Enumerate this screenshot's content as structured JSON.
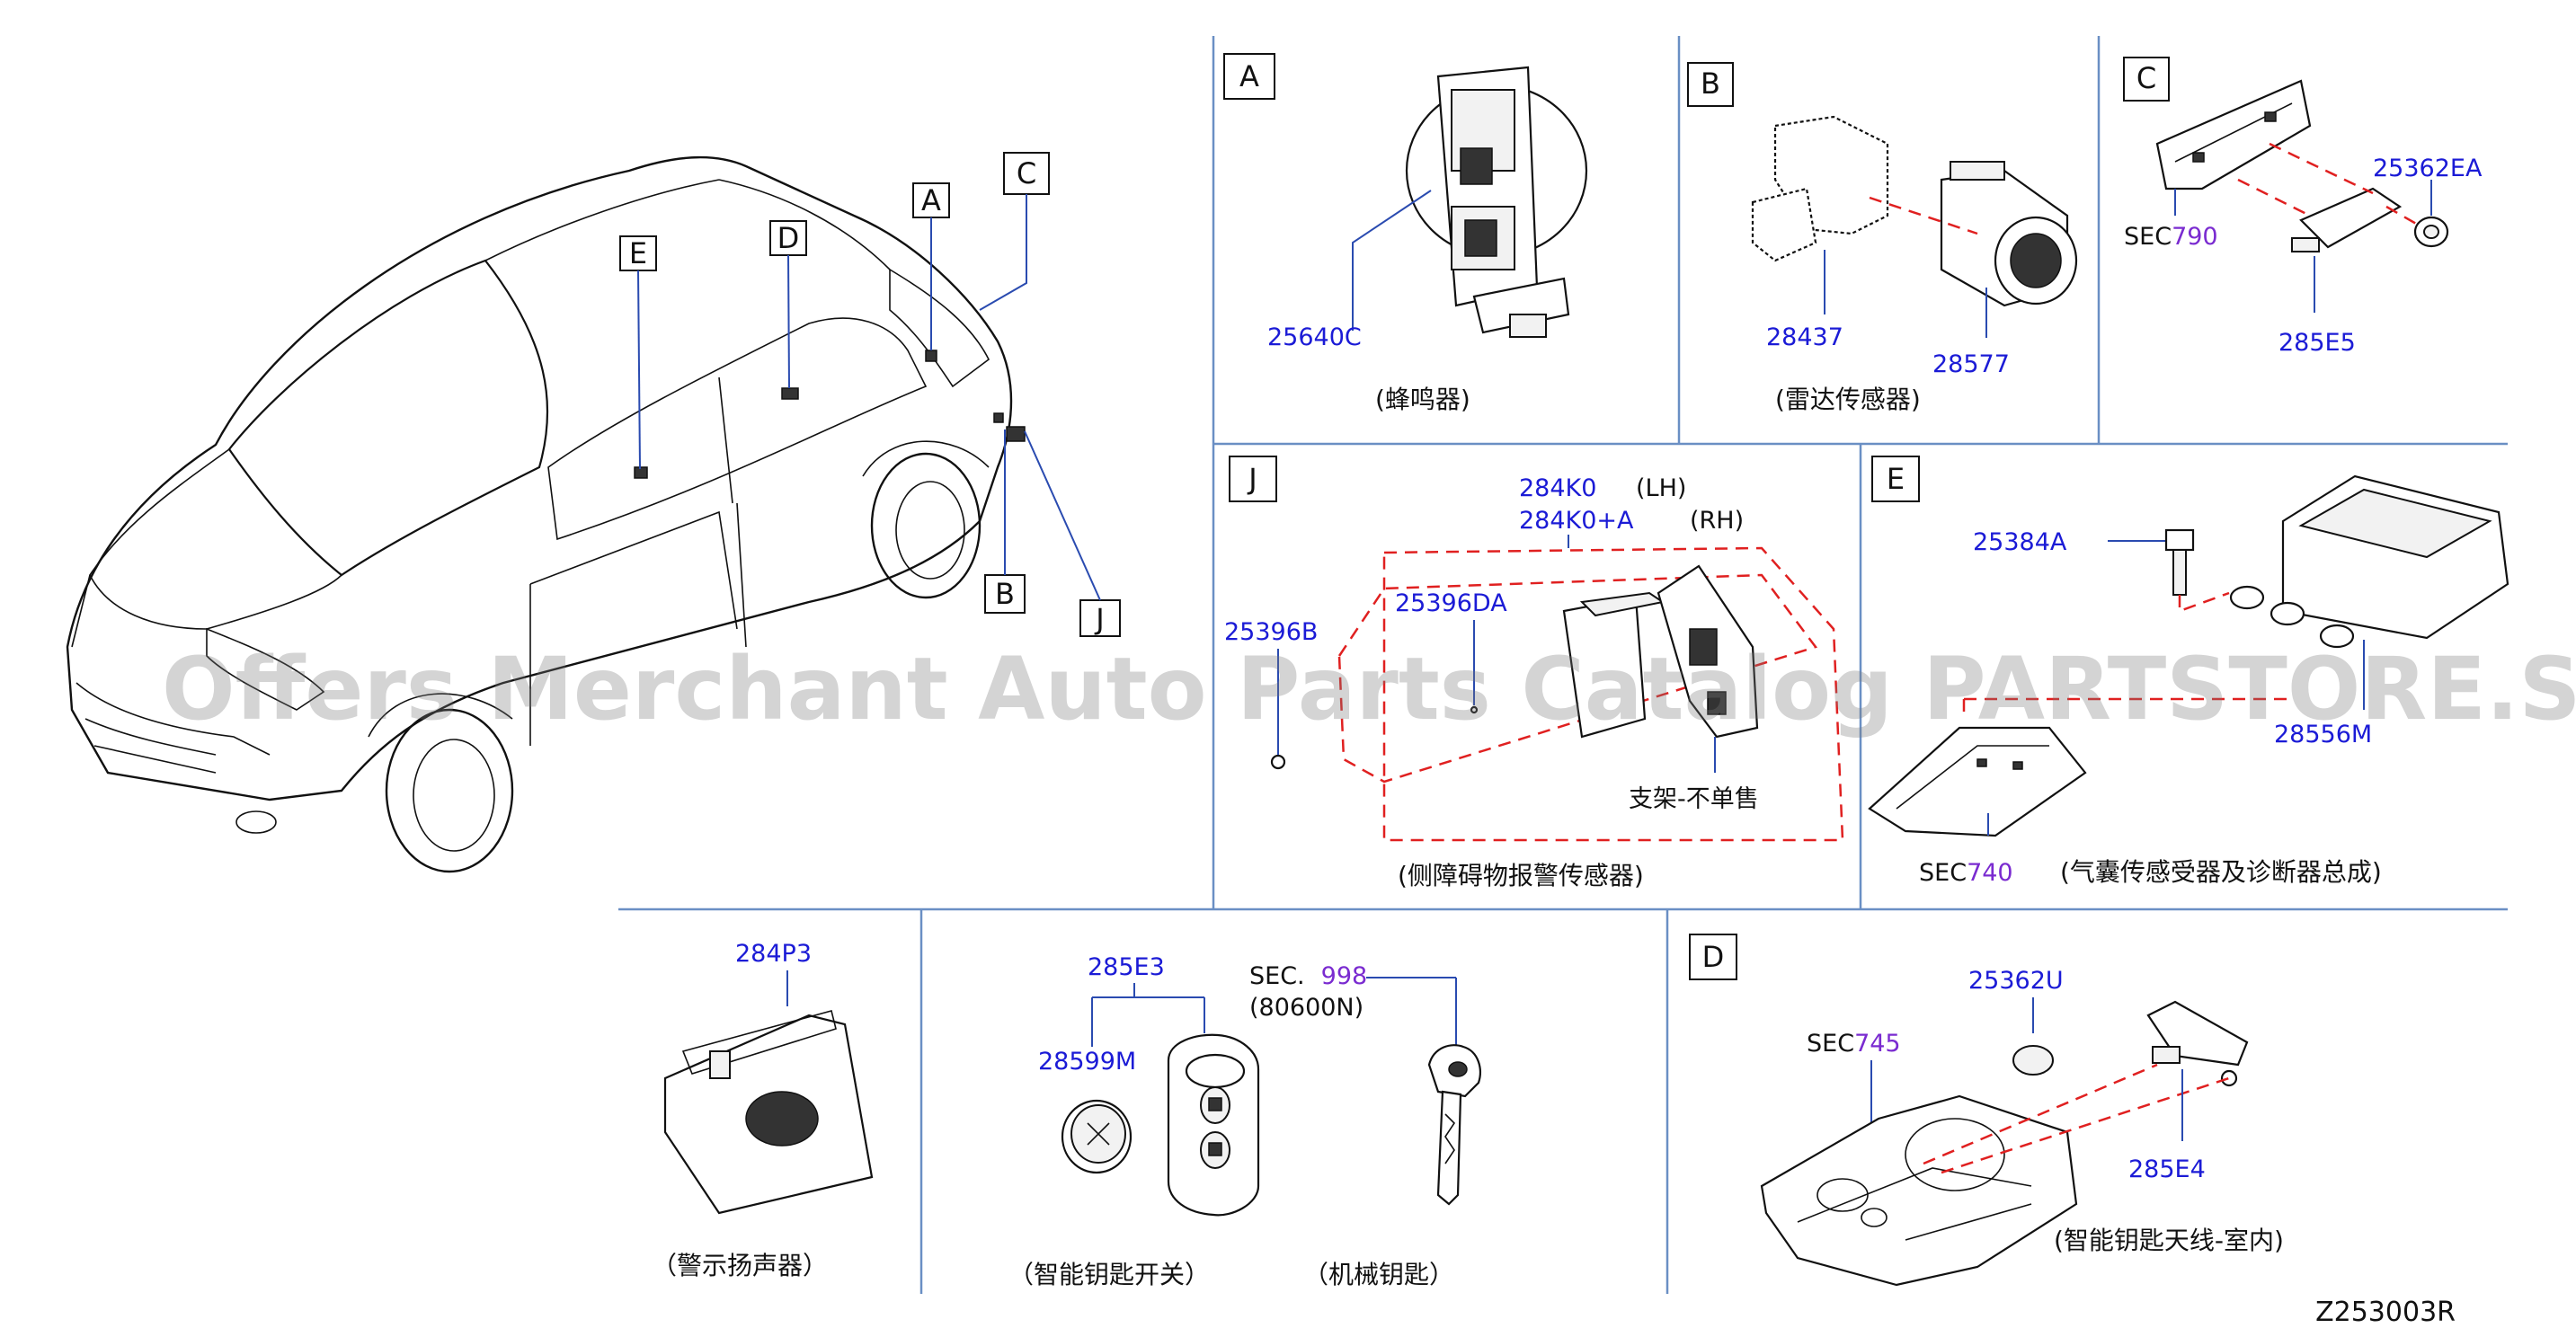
{
  "watermark": "Offers Merchant Auto Parts Catalog PARTSTORE.SA",
  "diagram_code": "Z253003R",
  "overview_callouts": [
    "E",
    "D",
    "A",
    "C",
    "B",
    "J"
  ],
  "section_A": {
    "label": "A",
    "part": "25640C",
    "caption": "(蜂鸣器)"
  },
  "section_B": {
    "label": "B",
    "parts": [
      "28437",
      "28577"
    ],
    "caption": "(雷达传感器)"
  },
  "section_C": {
    "label": "C",
    "sec_prefix": "SEC",
    "sec_num": "790",
    "parts": [
      "25362EA",
      "285E5"
    ]
  },
  "section_J": {
    "label": "J",
    "part_lh": "284K0",
    "lh": "(LH)",
    "part_rh": "284K0+A",
    "rh": "(RH)",
    "parts": [
      "25396DA",
      "25396B"
    ],
    "note": "支架-不单售",
    "caption": "(侧障碍物报警传感器)"
  },
  "section_E": {
    "label": "E",
    "parts": [
      "25384A",
      "28556M"
    ],
    "sec_prefix": "SEC",
    "sec_num": "740",
    "caption": "(气囊传感受器及诊断器总成)"
  },
  "speaker": {
    "part": "284P3",
    "caption": "（警示扬声器）"
  },
  "smart_key": {
    "part": "285E3",
    "battery": "28599M",
    "caption": "（智能钥匙开关）"
  },
  "mech_key": {
    "sec_prefix": "SEC.",
    "sec_num": "998",
    "ref": "(80600N)",
    "caption": "（机械钥匙）"
  },
  "section_D": {
    "label": "D",
    "sec_prefix": "SEC",
    "sec_num": "745",
    "parts": [
      "25362U",
      "285E4"
    ],
    "caption": "(智能钥匙天线-室内)"
  }
}
